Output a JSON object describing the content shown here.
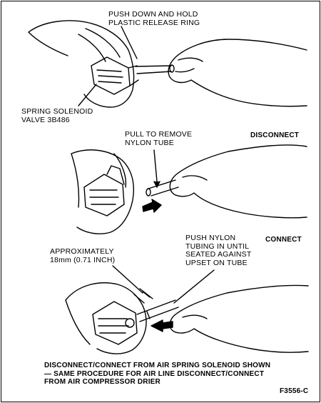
{
  "figure_id": "F3556-C",
  "panels": {
    "top": {
      "callout_release_ring": [
        "PUSH DOWN AND HOLD",
        "PLASTIC RELEASE RING"
      ],
      "callout_valve": [
        "SPRING SOLENOID",
        "VALVE 3B486"
      ]
    },
    "middle": {
      "header": "DISCONNECT",
      "callout_pull": [
        "PULL TO REMOVE",
        "NYLON TUBE"
      ]
    },
    "bottom": {
      "header": "CONNECT",
      "callout_push": [
        "PUSH NYLON",
        "TUBING IN UNTIL",
        "SEATED AGAINST",
        "UPSET ON TUBE"
      ],
      "callout_distance": [
        "APPROXIMATELY",
        "18mm (0.71 INCH)"
      ]
    }
  },
  "caption": [
    "DISCONNECT/CONNECT FROM AIR SPRING SOLENOID SHOWN",
    "— SAME PROCEDURE FOR AIR LINE DISCONNECT/CONNECT",
    "FROM AIR COMPRESSOR DRIER"
  ],
  "colors": {
    "ink": "#000000",
    "paper": "#ffffff"
  }
}
